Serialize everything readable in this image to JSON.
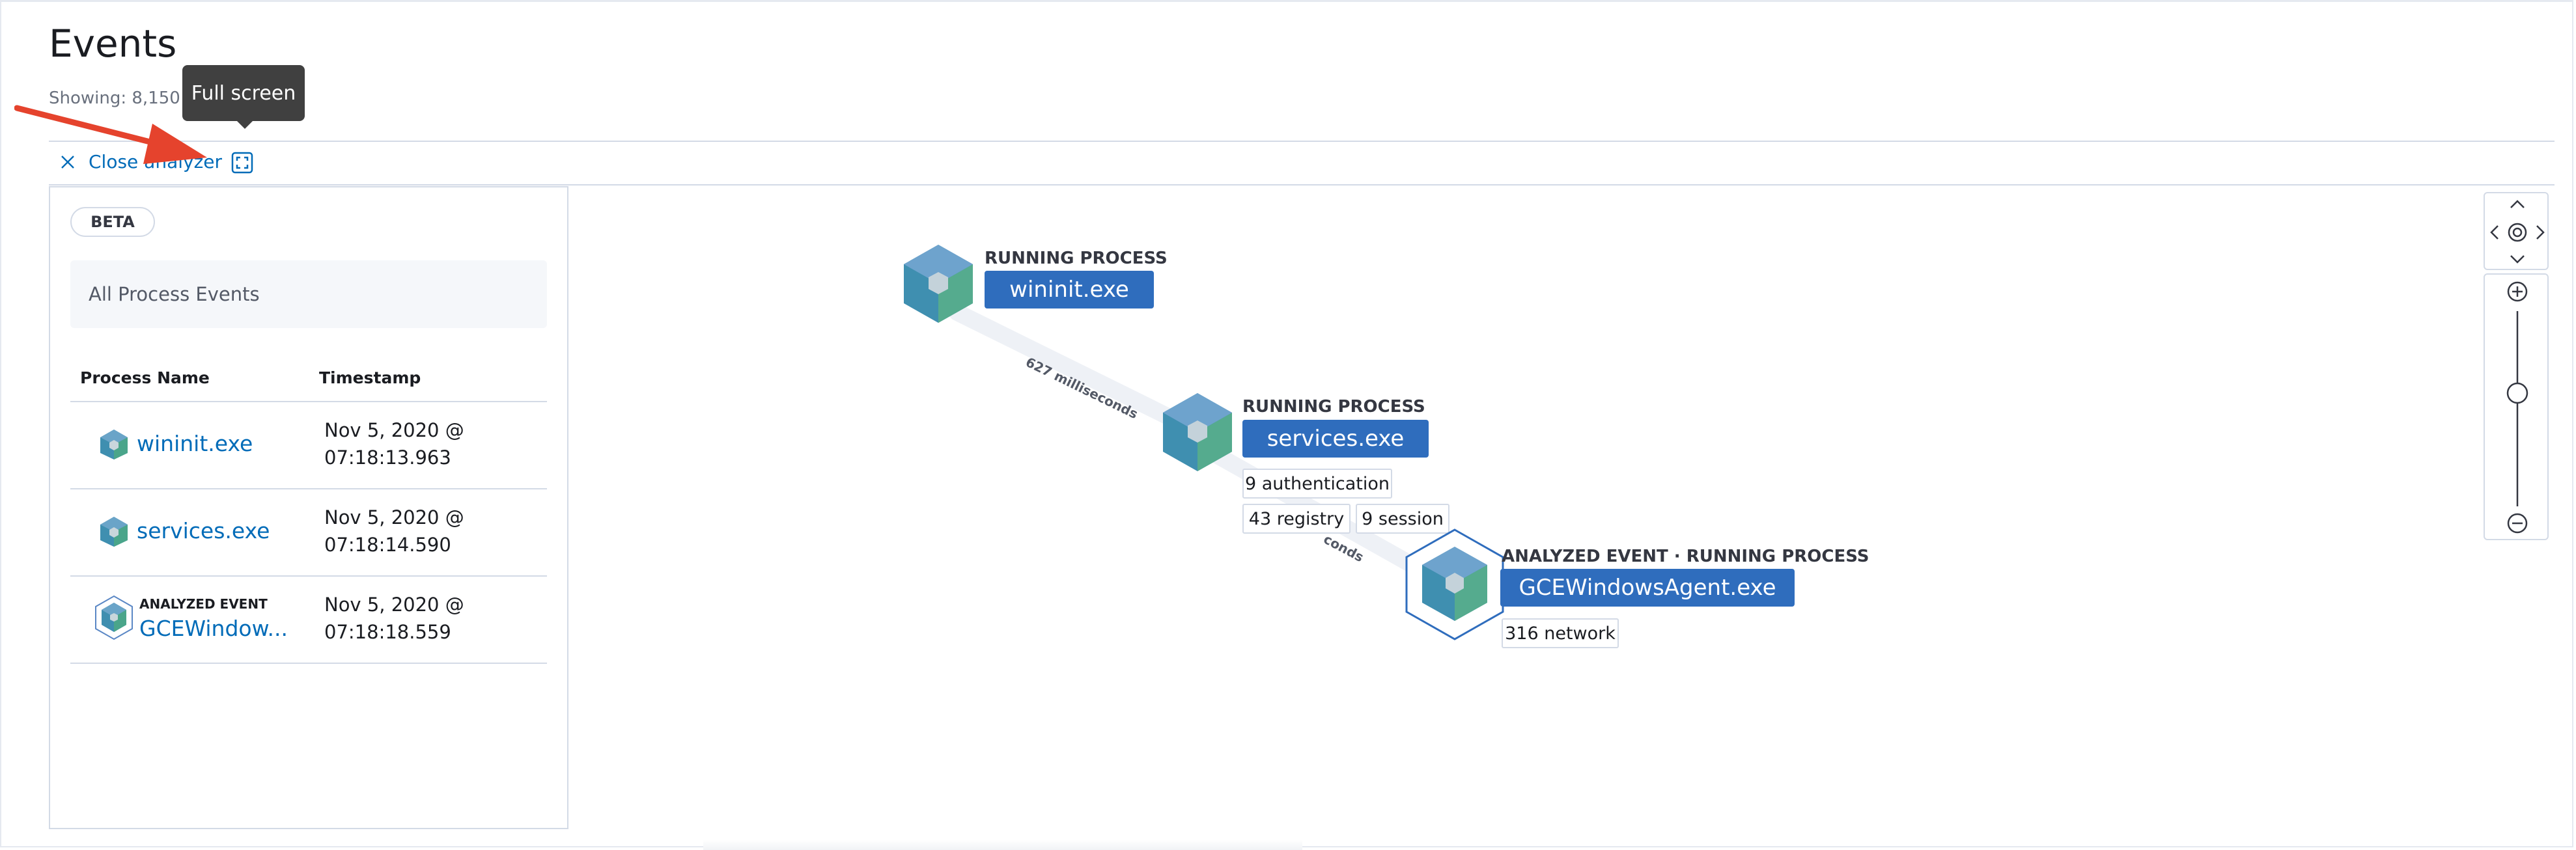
{
  "header": {
    "title": "Events",
    "showing_text": "Showing: 8,150 eve"
  },
  "toolbar": {
    "close_label": "Close analyzer",
    "tooltip_text": "Full screen"
  },
  "panel": {
    "badge": "BETA",
    "section_title": "All Process Events",
    "columns": [
      "Process Name",
      "Timestamp"
    ],
    "rows": [
      {
        "name": "wininit.exe",
        "ts_line1": "Nov 5, 2020 @",
        "ts_line2": "07:18:13.963",
        "label": ""
      },
      {
        "name": "services.exe",
        "ts_line1": "Nov 5, 2020 @",
        "ts_line2": "07:18:14.590",
        "label": ""
      },
      {
        "name": "GCEWindow...",
        "ts_line1": "Nov 5, 2020 @",
        "ts_line2": "07:18:18.559",
        "label": "ANALYZED EVENT"
      }
    ]
  },
  "graph": {
    "nodes": [
      {
        "label": "RUNNING PROCESS",
        "name": "wininit.exe"
      },
      {
        "label": "RUNNING PROCESS",
        "name": "services.exe"
      },
      {
        "label": "ANALYZED EVENT · RUNNING PROCESS",
        "name": "GCEWindowsAgent.exe"
      }
    ],
    "edges": [
      {
        "label": "627 milliseconds"
      },
      {
        "label": "conds"
      }
    ],
    "pills": {
      "authentication": "9 authentication",
      "registry": "43 registry",
      "session": "9 session",
      "network": "316 network"
    }
  },
  "colors": {
    "accent": "#006bb8",
    "node_button": "#2f6dbd",
    "annotation_arrow": "#e5432d",
    "tooltip_bg": "#404040"
  }
}
